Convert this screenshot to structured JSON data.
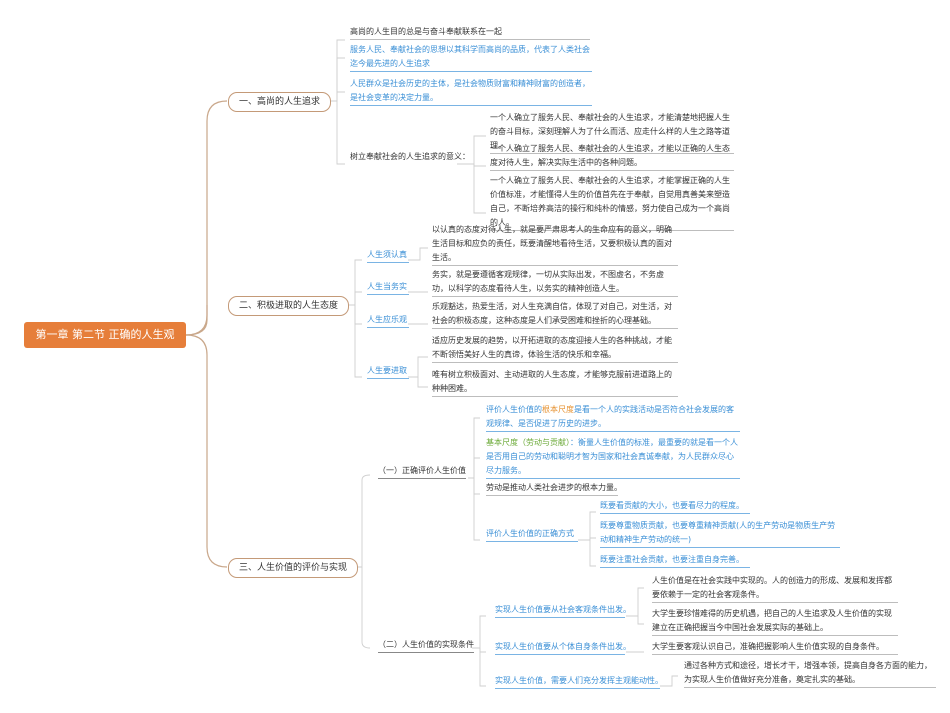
{
  "root": "第一章 第二节 正确的人生观",
  "s1": {
    "title": "一、高尚的人生追求",
    "items": [
      "高尚的人生目的总是与奋斗奉献联系在一起",
      "服务人民、奉献社会的思想以其科学而高尚的品质，代表了人类社会迄今最先进的人生追求",
      "人民群众是社会历史的主体，是社会物质财富和精神财富的创造者，是社会变革的决定力量。"
    ],
    "meaning_label": "树立奉献社会的人生追求的意义：",
    "meaning_items": [
      "一个人确立了服务人民、奉献社会的人生追求，才能清楚地把握人生的奋斗目标，深刻理解人为了什么而活、应走什么样的人生之路等道理。",
      "一个人确立了服务人民、奉献社会的人生追求，才能以正确的人生态度对待人生，解决实际生活中的各种问题。",
      "一个人确立了服务人民、奉献社会的人生追求，才能掌握正确的人生价值标准，才能懂得人生的价值首先在于奉献，自觉用真善美来塑造自己，不断培养高洁的操行和纯朴的情感，努力使自己成为一个高尚的人。"
    ]
  },
  "s2": {
    "title": "二、积极进取的人生态度",
    "items": [
      {
        "label": "人生须认真",
        "text": "以认真的态度对待人生，就是要严肃思考人的生命应有的意义，明确生活目标和应负的责任，既要清醒地看待生活，又要积极认真的面对生活。"
      },
      {
        "label": "人生当务实",
        "text": "务实，就是要遵循客观规律，一切从实际出发，不图虚名，不务虚功，以科学的态度看待人生，以务实的精神创造人生。"
      },
      {
        "label": "人生应乐观",
        "text": "乐观豁达，热爱生活，对人生充满自信，体现了对自己，对生活，对社会的积极态度，这种态度是人们承受困难和挫折的心理基础。"
      },
      {
        "label": "人生要进取",
        "texts": [
          "适应历史发展的趋势，以开拓进取的态度迎接人生的各种挑战，才能不断领悟美好人生的真谛，体验生活的快乐和幸福。",
          "唯有树立积极面对、主动进取的人生态度，才能够克服前进道路上的种种困难。"
        ]
      }
    ]
  },
  "s3": {
    "title": "三、人生价值的评价与实现",
    "eval": {
      "label": "（一）正确评价人生价值",
      "i1_pre": "评价人生价值的",
      "i1_hl": "根本尺度",
      "i1_post": "是看一个人的实践活动是否符合社会发展的客观规律、是否促进了历史的进步。",
      "i2_hl": "基本尺度（劳动与贡献）",
      "i2_post": "：衡量人生价值的标准，最重要的就是看一个人是否用自己的劳动和聪明才智为国家和社会真诚奉献，为人民群众尽心尽力服务。",
      "i3": "劳动是推动人类社会进步的根本力量。",
      "method_label": "评价人生价值的正确方式",
      "methods": [
        "既要看贡献的大小，也要看尽力的程度。",
        "既要尊重物质贡献，也要尊重精神贡献(人的生产劳动是物质生产劳动和精神生产劳动的统一)",
        "既要注重社会贡献，也要注重自身完善。"
      ]
    },
    "real": {
      "label": "（二）人生价值的实现条件",
      "c1_label": "实现人生价值要从社会客观条件出发。",
      "c1_items": [
        "人生价值是在社会实践中实现的。人的创造力的形成、发展和发挥都要依赖于一定的社会客观条件。",
        "大学生要珍惜难得的历史机遇，把自己的人生追求及人生价值的实现建立在正确把握当今中国社会发展实际的基础上。"
      ],
      "c2_label": "实现人生价值要从个体自身条件出发。",
      "c2_item": "大学生要客观认识自己，准确把握影响人生价值实现的自身条件。",
      "c3_label": "实现人生价值，需要人们充分发挥主观能动性。",
      "c3_item": "通过各种方式和途径，增长才干，增强本领，提高自身各方面的能力，为实现人生价值做好充分准备，奠定扎实的基础。"
    }
  }
}
